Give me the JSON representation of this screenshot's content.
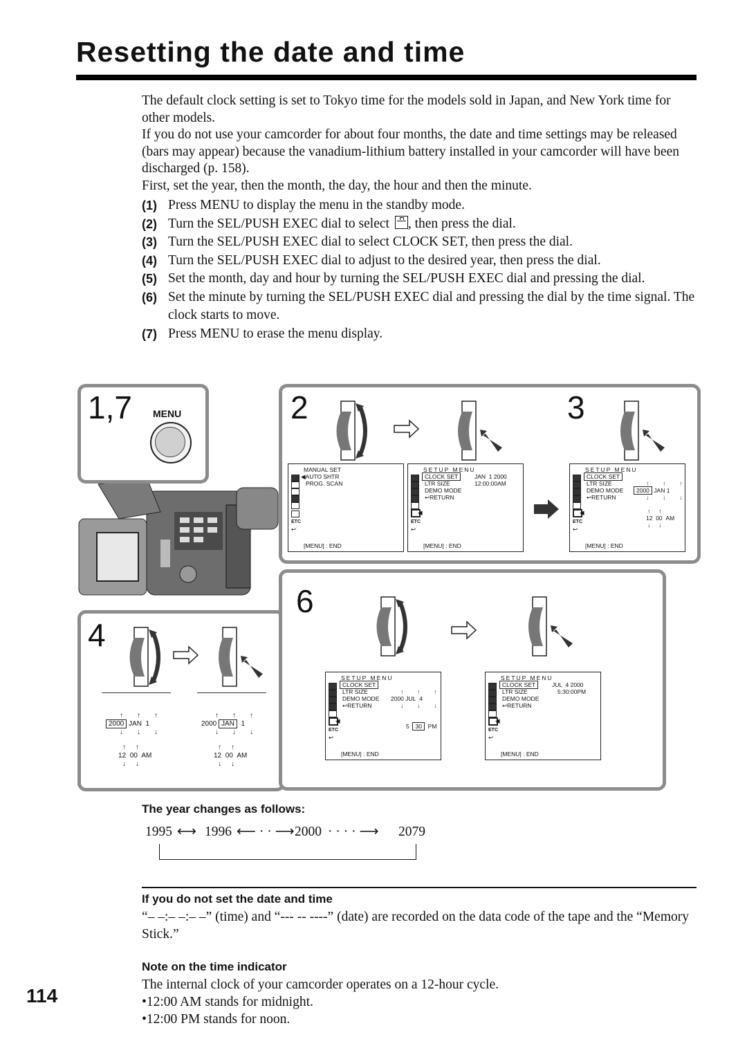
{
  "title": "Resetting the date and time",
  "intro": {
    "p1": "The default clock setting is set to Tokyo time for the models sold in Japan, and New York time for other models.",
    "p2": "If you do not use your camcorder for about four months, the date and time settings may be released (bars may appear) because the vanadium-lithium battery installed in your camcorder will have been discharged (p. 158).",
    "p3": "First, set the year, then the month, the day, the hour and then the minute."
  },
  "steps": [
    {
      "num": "(1)",
      "text": "Press MENU to display the menu in the standby mode."
    },
    {
      "num": "(2)",
      "text_before": "Turn the SEL/PUSH EXEC dial to select",
      "text_after": ", then press the dial.",
      "icon": "setup-menu-icon"
    },
    {
      "num": "(3)",
      "text": "Turn the SEL/PUSH EXEC dial to select CLOCK SET, then press the dial."
    },
    {
      "num": "(4)",
      "text": "Turn the SEL/PUSH EXEC dial to adjust to the desired year, then press the dial."
    },
    {
      "num": "(5)",
      "text": "Set the month, day and hour by turning the SEL/PUSH EXEC dial and pressing the dial."
    },
    {
      "num": "(6)",
      "text": "Set the minute by turning the SEL/PUSH EXEC dial and pressing the dial by the time signal. The clock starts to move."
    },
    {
      "num": "(7)",
      "text": "Press MENU to erase the menu display."
    }
  ],
  "figure": {
    "panel17": {
      "label": "1,7",
      "button": "MENU"
    },
    "panel2": {
      "label": "2"
    },
    "panel3": {
      "label": "3"
    },
    "panel4": {
      "label": "4"
    },
    "panel6": {
      "label": "6"
    },
    "manual_menu": {
      "title": "MANUAL SET",
      "items": [
        "AUTO SHTR",
        "PROG. SCAN"
      ],
      "footer": "[MENU] : END"
    },
    "setup_menu": {
      "title": "SETUP MENU",
      "items": [
        "CLOCK SET",
        "LTR SIZE",
        "DEMO MODE",
        "RETURN"
      ],
      "footer": "[MENU] : END",
      "s2_date": "JAN  1 2000",
      "s2_time": "12:00:00AM"
    },
    "s3": {
      "year": "2000",
      "month": "JAN",
      "day": "1",
      "hour": "12",
      "minute": "00",
      "ampm": "AM"
    },
    "s4a": {
      "year": "2000",
      "month": "JAN",
      "day": "1",
      "hour": "12",
      "minute": "00",
      "ampm": "AM"
    },
    "s4b": {
      "year": "2000",
      "month": "JAN",
      "day": "1",
      "hour": "12",
      "minute": "00",
      "ampm": "AM"
    },
    "s6a": {
      "year": "2000",
      "month": "JUL",
      "day": "4",
      "hour": "5",
      "minute": "30",
      "ampm": "PM"
    },
    "s6b": {
      "date": "JUL  4 2000",
      "time": "5:30:00PM"
    }
  },
  "year_changes": {
    "heading": "The year changes as follows:",
    "y1": "1995",
    "y2": "1996",
    "y3": "2000",
    "y4": "2079"
  },
  "no_set": {
    "heading": "If you do not set the date and time",
    "text": "“– –:– –:– –” (time) and “--- -- ----” (date) are recorded on the data code of the tape and the “Memory Stick.”"
  },
  "note": {
    "heading": "Note on the time indicator",
    "text": "The internal clock of your camcorder operates on a 12-hour cycle.",
    "bullets": [
      "•12:00 AM stands for midnight.",
      "•12:00 PM stands for noon."
    ]
  },
  "page_number": "114"
}
